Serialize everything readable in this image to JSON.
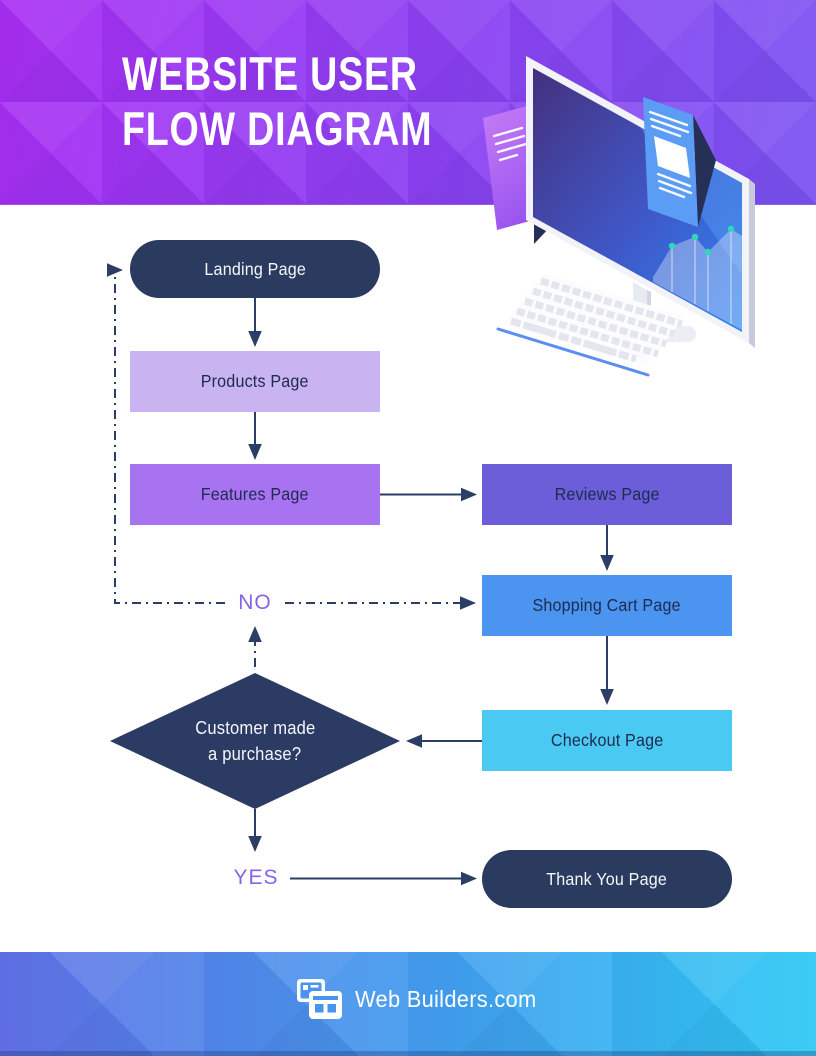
{
  "header": {
    "title_line1": "WEBSITE USER",
    "title_line2": "FLOW DIAGRAM"
  },
  "flowchart": {
    "nodes": [
      {
        "id": "landing",
        "label": "Landing Page"
      },
      {
        "id": "products",
        "label": "Products Page"
      },
      {
        "id": "features",
        "label": "Features Page"
      },
      {
        "id": "reviews",
        "label": "Reviews Page"
      },
      {
        "id": "cart",
        "label": "Shopping Cart Page"
      },
      {
        "id": "checkout",
        "label": "Checkout Page"
      },
      {
        "id": "decision",
        "label_line1": "Customer made",
        "label_line2": "a purchase?"
      },
      {
        "id": "thankyou",
        "label": "Thank You Page"
      }
    ],
    "decision_labels": {
      "no": "NO",
      "yes": "YES"
    },
    "edges": [
      "landing->products",
      "products->features",
      "features->reviews",
      "reviews->cart",
      "cart->checkout",
      "checkout->decision",
      "decision->yes->thankyou",
      "decision->no->cart",
      "decision->no->landing"
    ]
  },
  "footer": {
    "brand": "Web Builders.com"
  },
  "colors": {
    "header_gradient_start": "#a92ef3",
    "header_gradient_end": "#7b54f2",
    "navy": "#2b3b60",
    "lavender": "#c9b3f0",
    "purple": "#a873f1",
    "indigo": "#6b5ed8",
    "blue": "#4b95f0",
    "cyan": "#4acaf2",
    "branch_label_purple": "#8365e8",
    "connector": "#2c3e66",
    "footer_gradient_start": "#6171e6",
    "footer_gradient_end": "#2fc9f4"
  }
}
